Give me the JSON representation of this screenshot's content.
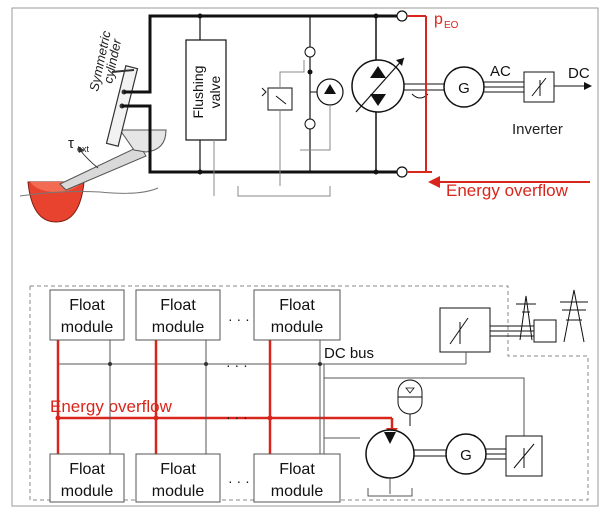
{
  "top": {
    "labels": {
      "symmetric_1": "Symmetric",
      "symmetric_2": "cylinder",
      "tau": "τ",
      "tau_sub": "ext",
      "flushing_1": "Flushing",
      "flushing_2": "valve",
      "p": "p",
      "p_sub": "EO",
      "ac": "AC",
      "dc": "DC",
      "generator": "G",
      "inverter": "Inverter",
      "energy_overflow": "Energy overflow"
    }
  },
  "bottom": {
    "modules_top": [
      "Float",
      "module"
    ],
    "modules_bottom": [
      "Float",
      "module"
    ],
    "ellipsis": "· · ·",
    "dc_bus": "DC bus",
    "energy_overflow": "Energy overflow",
    "generator": "G"
  },
  "colors": {
    "line": "#111111",
    "gray": "#888888",
    "red": "#d9261c",
    "float": "#e8432e"
  }
}
